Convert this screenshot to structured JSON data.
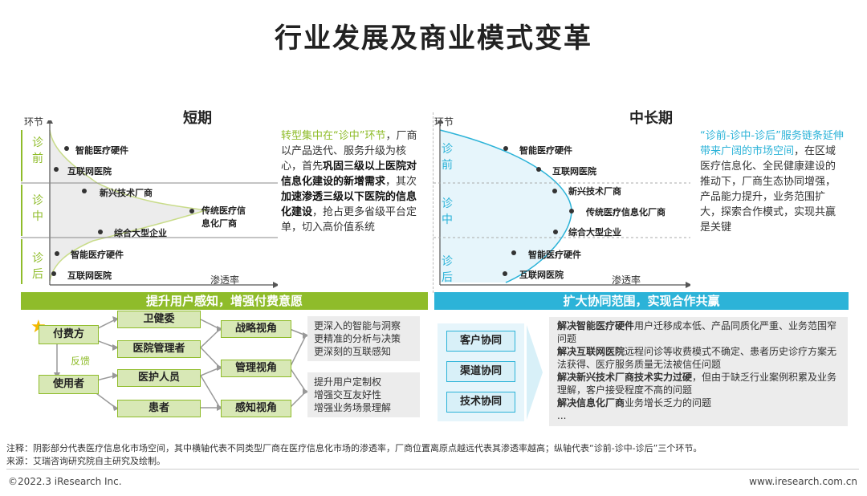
{
  "title": "行业发展及商业模式变革",
  "left": {
    "heading": "短期",
    "y_axis": "环节",
    "x_axis": "渗透率",
    "stages": [
      "诊\n前",
      "诊\n中",
      "诊\n后"
    ],
    "items": [
      "智能医疗硬件",
      "互联网医院",
      "新兴技术厂商",
      "传统医疗信\n息化厂商",
      "综合大型企业",
      "智能医疗硬件",
      "互联网医院"
    ],
    "desc_parts": [
      "转型集中在“诊中”环节",
      "，厂商以产品迭代、服务升级为核心，首先",
      "巩固三级以上医院对信息化建设的新增需求",
      "，其次",
      "加速渗透三级以下医院的信息化建设",
      "，抢占更多省级平台定单，切入高价值系统"
    ],
    "bar": "提升用户感知，增强付费意愿"
  },
  "right": {
    "heading": "中长期",
    "y_axis": "环节",
    "x_axis": "渗透率",
    "stages": [
      "诊\n前",
      "诊\n中",
      "诊\n后"
    ],
    "items": [
      "智能医疗硬件",
      "互联网医院",
      "新兴技术厂商",
      "传统医疗信息化厂商",
      "综合大型企业",
      "智能医疗硬件",
      "互联网医院"
    ],
    "desc_parts": [
      "“诊前-诊中-诊后”服务链条延伸带来广阔的市场空间",
      "，在区域医疗信息化、全民健康建设的推动下，厂商生态协同增强，产品能力提升，业务范围扩大，探索合作模式，实现共赢是关键"
    ],
    "bar": "扩大协同范围，实现合作共赢"
  },
  "flow": {
    "payer": "付费方",
    "user": "使用者",
    "feedback": "反馈",
    "roles": [
      "卫健委",
      "医院管理者",
      "医护人员",
      "患者"
    ],
    "views": [
      "战略视角",
      "管理视角",
      "感知视角"
    ],
    "notes_top": [
      "更深入的智能与洞察",
      "更精准的分析与决策",
      "更深刻的互联感知"
    ],
    "notes_bottom": [
      "提升用户定制权",
      "增强交互友好性",
      "增强业务场景理解"
    ]
  },
  "collab": {
    "items": [
      "客户协同",
      "渠道协同",
      "技术协同"
    ],
    "problems": [
      {
        "bold": "解决智能医疗硬件",
        "text": "用户迁移成本低、产品同质化严重、业务范围窄问题"
      },
      {
        "bold": "解决互联网医院",
        "text": "远程问诊等收费模式不确定、患者历史诊疗方案无法获得、医疗服务质量无法被信任问题"
      },
      {
        "bold": "解决新兴技术厂商技术实力过硬",
        "text": "，但由于缺乏行业案例积累及业务理解，客户接受程度不高的问题"
      },
      {
        "bold": "解决信息化厂商",
        "text": "业务增长乏力的问题"
      }
    ],
    "ellipsis": "..."
  },
  "note_line1": "注释：阴影部分代表医疗信息化市场空间，其中横轴代表不同类型厂商在医疗信息化市场的渗透率，厂商位置离原点越远代表其渗透率越高；纵轴代表“诊前-诊中-诊后”三个环节。",
  "note_line2": "来源：艾瑞咨询研究院自主研究及绘制。",
  "copyright": "©2022.3 iResearch Inc.",
  "website": "www.iresearch.com.cn",
  "colors": {
    "green": "#8fbc2a",
    "blue": "#2cb3d8"
  }
}
